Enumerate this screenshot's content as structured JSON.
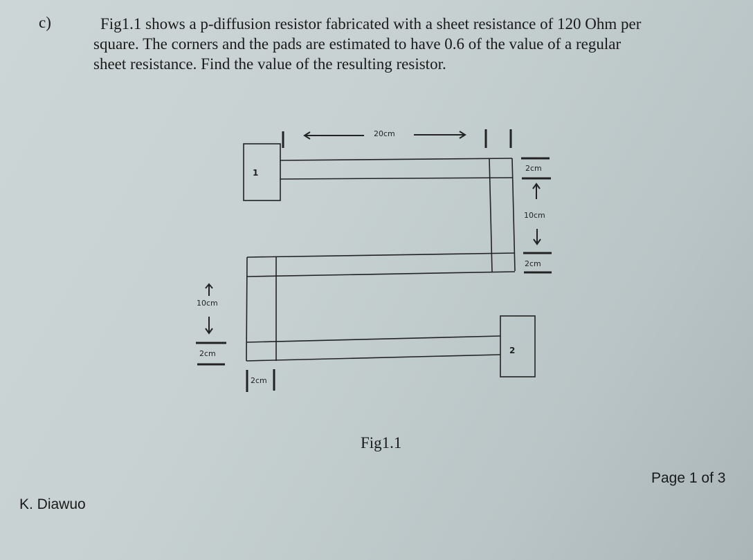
{
  "question": {
    "label": "c)",
    "lines": [
      "Fig1.1 shows a p-diffusion resistor fabricated with a sheet resistance of 120 Ohm per",
      "square. The corners and the pads are estimated to have 0.6 of the value of a regular",
      "sheet resistance. Find the value of the resulting resistor."
    ],
    "sheet_resistance_ohm_per_sq": 120,
    "corner_pad_factor": 0.6
  },
  "figure": {
    "caption": "Fig1.1",
    "pads": [
      {
        "label": "1"
      },
      {
        "label": "2"
      }
    ],
    "dimensions": {
      "top_length": "20cm",
      "right_top_width": "2cm",
      "right_spacing": "10cm",
      "right_bottom_width": "2cm",
      "left_spacing": "10cm",
      "left_width": "2cm",
      "bottom_width": "2cm"
    },
    "arrows": {
      "left": "←",
      "right": "→",
      "up": "↑",
      "down": "↓"
    }
  },
  "footer": {
    "page": "Page 1 of 3",
    "author": "K. Diawuo"
  }
}
